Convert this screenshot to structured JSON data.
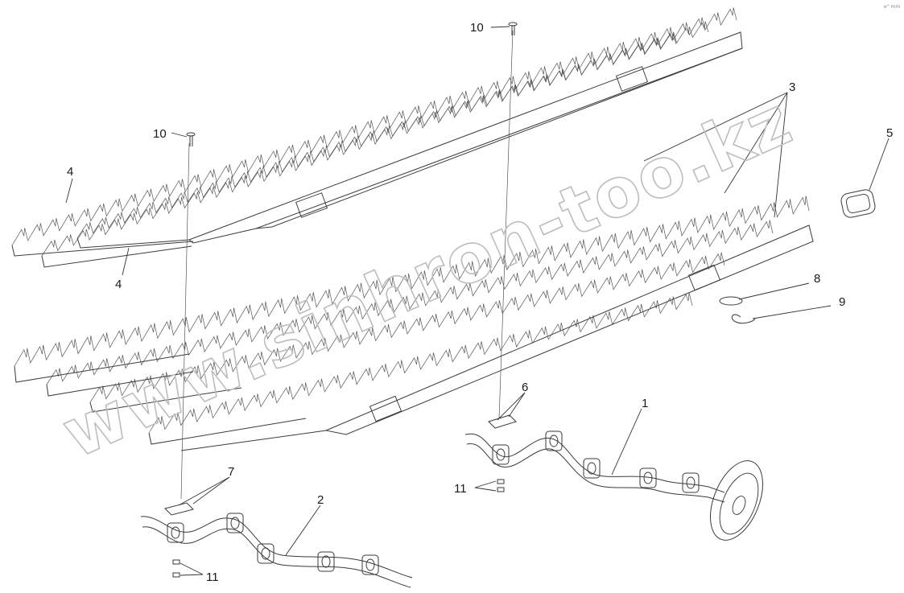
{
  "figure": {
    "corner_mark": "e° mm"
  },
  "watermark": {
    "text": "www.sinhron-too.kz"
  },
  "callouts": {
    "c1": "1",
    "c2": "2",
    "c3": "3",
    "c4a": "4",
    "c4b": "4",
    "c5": "5",
    "c6": "6",
    "c7": "7",
    "c8": "8",
    "c9": "9",
    "c10a": "10",
    "c10b": "10",
    "c11a": "11",
    "c11b": "11"
  },
  "colors": {
    "line": "#333333",
    "watermark": "#bdbdbd",
    "background": "#ffffff"
  }
}
